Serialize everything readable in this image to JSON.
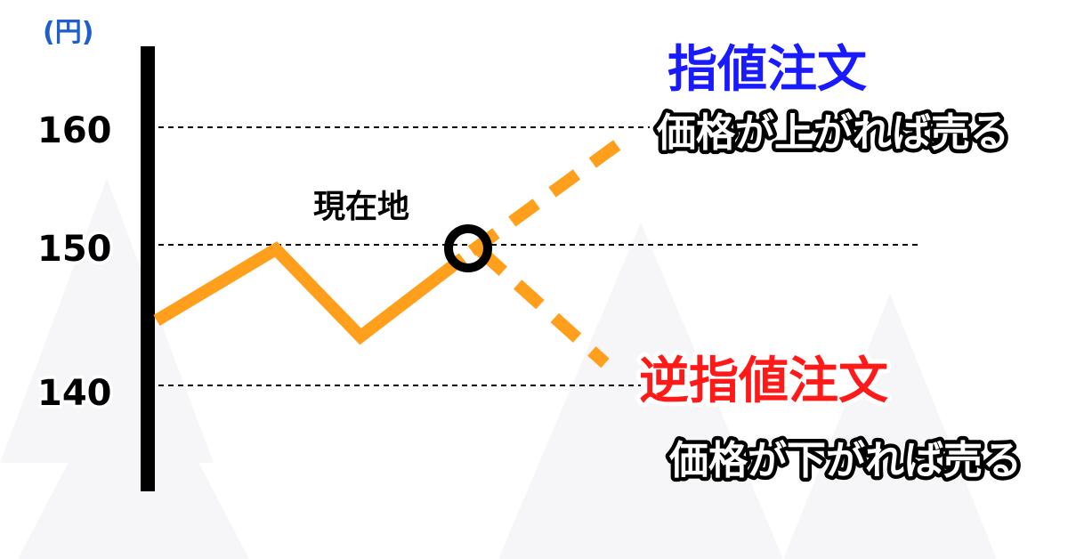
{
  "unit_label": "(円)",
  "y_ticks": [
    "160",
    "150",
    "140"
  ],
  "current_label": "現在地",
  "limit_order": {
    "title": "指値注文",
    "description": "価格が上がれば売る",
    "color": "#1a1aff"
  },
  "stop_order": {
    "title": "逆指値注文",
    "description": "価格が下がれば売る",
    "color": "#ff1a1a"
  },
  "colors": {
    "price_line": "#ff9f1c",
    "axis": "#000000",
    "unit_label": "#1e5fcc"
  }
}
